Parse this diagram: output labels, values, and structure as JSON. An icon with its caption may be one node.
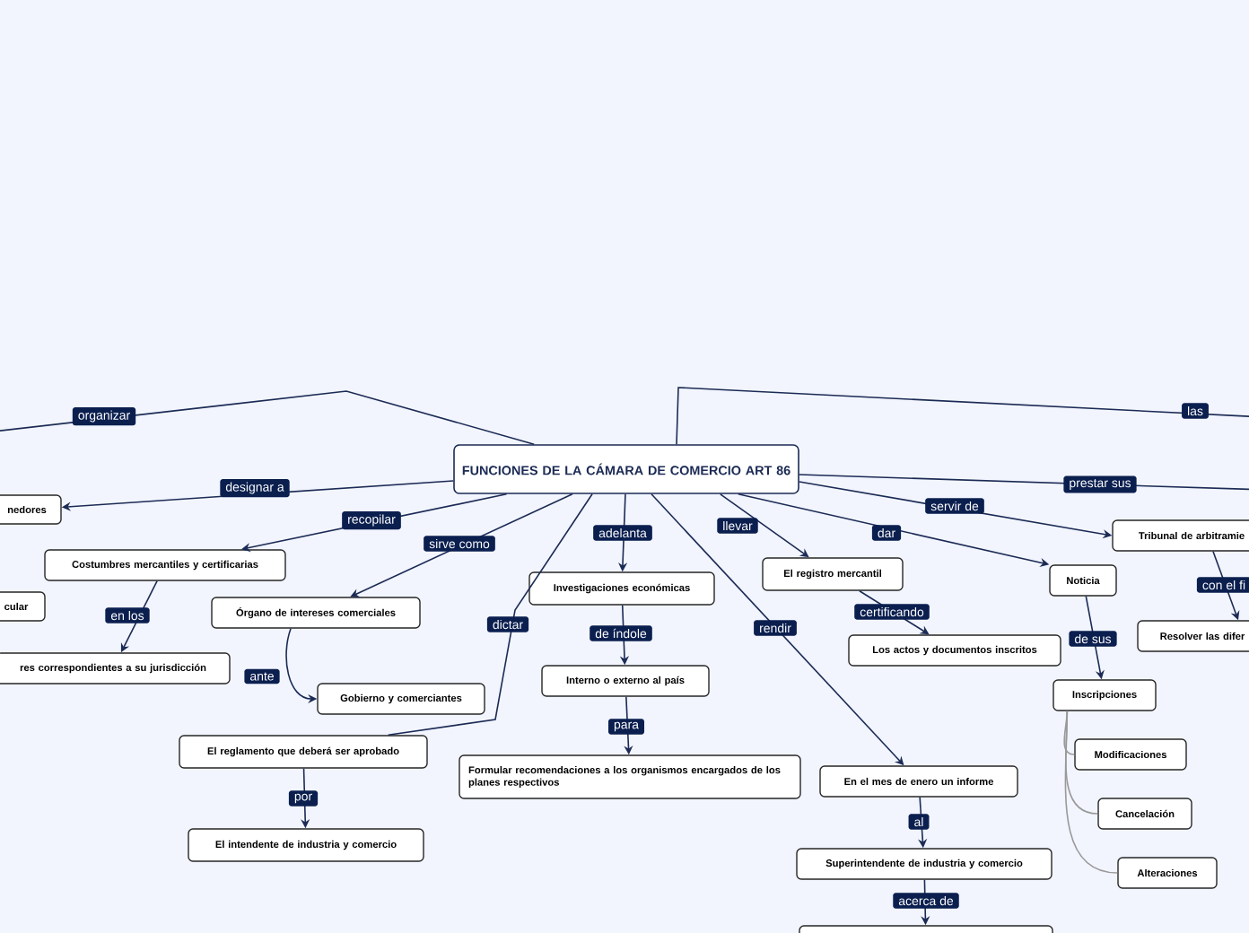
{
  "diagram": {
    "nodes": [
      {
        "text": [
          "FUNCIONES DE LA CÁMARA DE COMERCIO ART 86"
        ]
      },
      {
        "text": [
          "nedores"
        ]
      },
      {
        "text": [
          "Costumbres mercantiles y certificarias"
        ]
      },
      {
        "text": [
          "cular"
        ]
      },
      {
        "text": [
          "res correspondientes a su jurisdicción"
        ]
      },
      {
        "text": [
          "Órgano de intereses comerciales"
        ]
      },
      {
        "text": [
          "Gobierno y comerciantes"
        ]
      },
      {
        "text": [
          "El reglamento que deberá ser aprobado"
        ]
      },
      {
        "text": [
          "El intendente de industria y comercio"
        ]
      },
      {
        "text": [
          "Investigaciones económicas"
        ]
      },
      {
        "text": [
          "Interno o externo al país"
        ]
      },
      {
        "text": [
          "Formular recomendaciones a los organismos encargados de los planes respectivos"
        ]
      },
      {
        "text": [
          "El registro mercantil"
        ]
      },
      {
        "text": [
          "Los actos y documentos inscritos"
        ]
      },
      {
        "text": [
          "En el mes de enero un informe"
        ]
      },
      {
        "text": [
          "Superintendente de industria y comercio"
        ]
      },
      {
        "text": [],
        "shape": "box"
      },
      {
        "text": [
          "Tribunal de arbitramie"
        ]
      },
      {
        "text": [
          "Resolver las difer"
        ]
      },
      {
        "text": [
          "Noticia"
        ]
      },
      {
        "text": [
          "Inscripciones"
        ]
      },
      {
        "text": [
          "Modificaciones"
        ]
      },
      {
        "text": [
          "Cancelación"
        ]
      },
      {
        "text": [
          "Alteraciones"
        ]
      }
    ],
    "edges": [
      {
        "from": 0,
        "to": null,
        "arrow": "none",
        "label": "organizar"
      },
      {
        "from": 0,
        "to": 1,
        "arrow": "to",
        "label": "designar a"
      },
      {
        "from": 0,
        "to": 2,
        "arrow": "to",
        "label": "recopilar"
      },
      {
        "from": 2,
        "to": 4,
        "arrow": "to",
        "label": "en los"
      },
      {
        "from": 0,
        "to": 5,
        "arrow": "to",
        "label": "sirve como"
      },
      {
        "from": 5,
        "to": 6,
        "arrow": "to",
        "label": "ante"
      },
      {
        "from": 0,
        "to": 7,
        "arrow": "none",
        "label": "dictar"
      },
      {
        "from": 7,
        "to": 8,
        "arrow": "to",
        "label": "por"
      },
      {
        "from": 0,
        "to": 9,
        "arrow": "to",
        "label": "adelanta"
      },
      {
        "from": 9,
        "to": 10,
        "arrow": "to",
        "label": "de índole"
      },
      {
        "from": 10,
        "to": 11,
        "arrow": "to",
        "label": "para"
      },
      {
        "from": 0,
        "to": 12,
        "arrow": "to",
        "label": "llevar"
      },
      {
        "from": 12,
        "to": 13,
        "arrow": "to",
        "label": "certificando"
      },
      {
        "from": 0,
        "to": 14,
        "arrow": "to",
        "label": "rendir"
      },
      {
        "from": 14,
        "to": 15,
        "arrow": "to",
        "label": "al"
      },
      {
        "from": 15,
        "to": 16,
        "arrow": "to",
        "label": "acerca de"
      },
      {
        "from": 0,
        "to": null,
        "arrow": "none",
        "label": "las"
      },
      {
        "from": 0,
        "to": null,
        "arrow": "none",
        "label": "prestar sus"
      },
      {
        "from": 0,
        "to": 17,
        "arrow": "to",
        "label": "servir de"
      },
      {
        "from": 17,
        "to": 18,
        "arrow": "to",
        "label": "con el fi"
      },
      {
        "from": 0,
        "to": 19,
        "arrow": "to",
        "label": "dar"
      },
      {
        "from": 19,
        "to": 20,
        "arrow": "to",
        "label": "de sus"
      },
      {
        "from": 20,
        "to": 21,
        "arrow": "none",
        "color": "#999999"
      },
      {
        "from": 20,
        "to": 22,
        "arrow": "none",
        "color": "#999999"
      },
      {
        "from": 20,
        "to": 23,
        "arrow": "none",
        "color": "#999999"
      }
    ]
  }
}
